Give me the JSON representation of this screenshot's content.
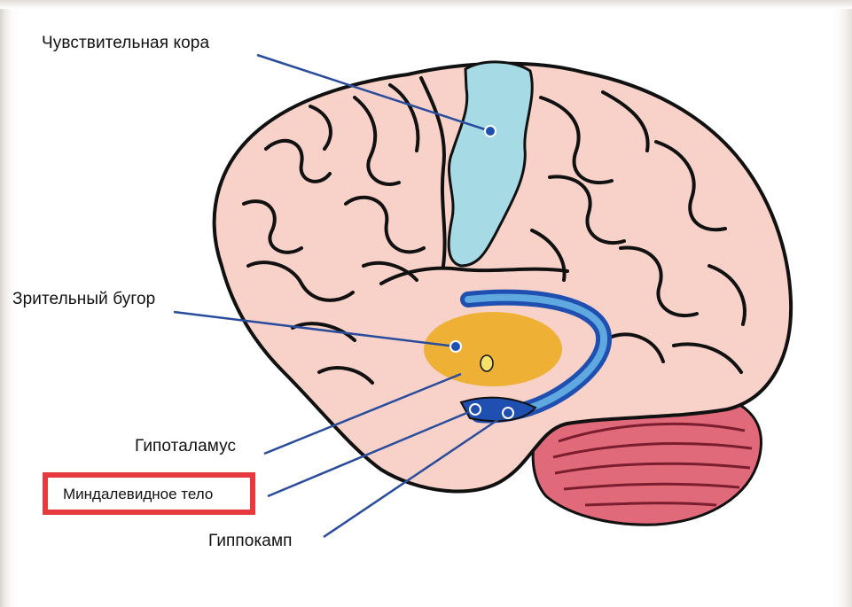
{
  "labels": {
    "sensory_cortex": "Чувствительная кора",
    "thalamus": "Зрительный бугор",
    "hypothalamus": "Гипоталамус",
    "amygdala": "Миндалевидное тело",
    "hippocampus": "Гиппокамп"
  },
  "colors": {
    "brain": "#f8d2c9",
    "outline": "#111111",
    "sensory_cortex": "#a6dbe6",
    "thalamus": "#eeb136",
    "hippocampus_dark": "#1f4fb0",
    "hippocampus_light": "#5fa8e0",
    "cerebellum": "#e0697a",
    "pointer_line": "#2a4c9c",
    "highlight_box": "#e83a3e"
  }
}
